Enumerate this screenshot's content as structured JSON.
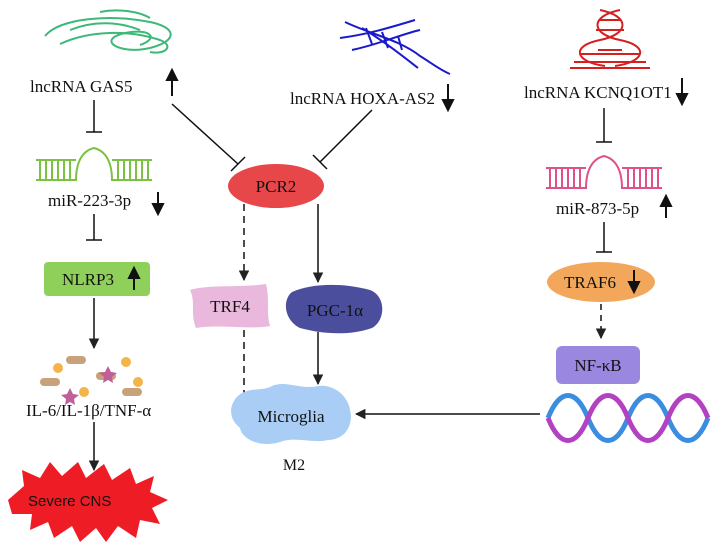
{
  "lncrnas": {
    "gas5": {
      "label": "lncRNA GAS5",
      "color": "#3cb878"
    },
    "hoxa": {
      "label": "lncRNA HOXA-AS2",
      "color": "#1a1acc"
    },
    "kcnq": {
      "label": "lncRNA KCNQ1OT1",
      "color": "#d42020"
    }
  },
  "mirnas": {
    "mir223": {
      "label": "miR-223-3p",
      "color": "#7cc242"
    },
    "mir873": {
      "label": "miR-873-5p",
      "color": "#e0508a"
    }
  },
  "nodes": {
    "pcr2": "PCR2",
    "trf4": "TRF4",
    "pgc": "PGC-1α",
    "nlrp3": "NLRP3",
    "traf6": "TRAF6",
    "nfkb": "NF-κB",
    "microglia": "Microglia",
    "m2": "M2",
    "cytokines": "IL-6/IL-1β/TNF-α",
    "cns": "Severe CNS"
  },
  "colors": {
    "pcr2": "#e8474a",
    "trf4": "#eab8dc",
    "pgc": "#4b4e9c",
    "nlrp3": "#8fd05a",
    "traf6": "#f2a75a",
    "nfkb": "#9a88e0",
    "microglia": "#a9cdf5",
    "cns": "#ee1c24",
    "helix_a": "#3b8de0",
    "helix_b": "#b342c2"
  }
}
